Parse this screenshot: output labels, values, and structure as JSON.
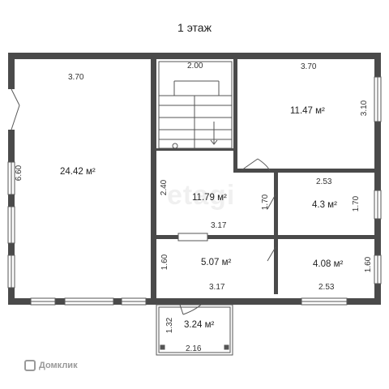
{
  "title": "1 этаж",
  "watermark": "etagi",
  "logo": "Домклик",
  "rooms": {
    "living": {
      "area": "24.42 м²",
      "top": "3.70",
      "side": "6.60"
    },
    "stairs": {
      "width": "2.00"
    },
    "bedroom": {
      "area": "11.47 м²",
      "top": "3.70",
      "side": "3.10"
    },
    "hall": {
      "area": "11.79 м²",
      "side": "2.40",
      "bottom": "3.17"
    },
    "bath": {
      "area": "4.3 м²",
      "top": "2.53",
      "side_right": "1.70",
      "side_left": "1.70"
    },
    "kitchen": {
      "area": "5.07 м²",
      "side": "1.60",
      "bottom": "3.17"
    },
    "room4": {
      "area": "4.08 м²",
      "side": "1.60",
      "bottom": "2.53"
    },
    "porch": {
      "area": "3.24 м²",
      "side": "1.32",
      "bottom": "2.16"
    }
  },
  "colors": {
    "wall": "#4a4a4a",
    "window": "#ffffff",
    "line": "#555555"
  }
}
